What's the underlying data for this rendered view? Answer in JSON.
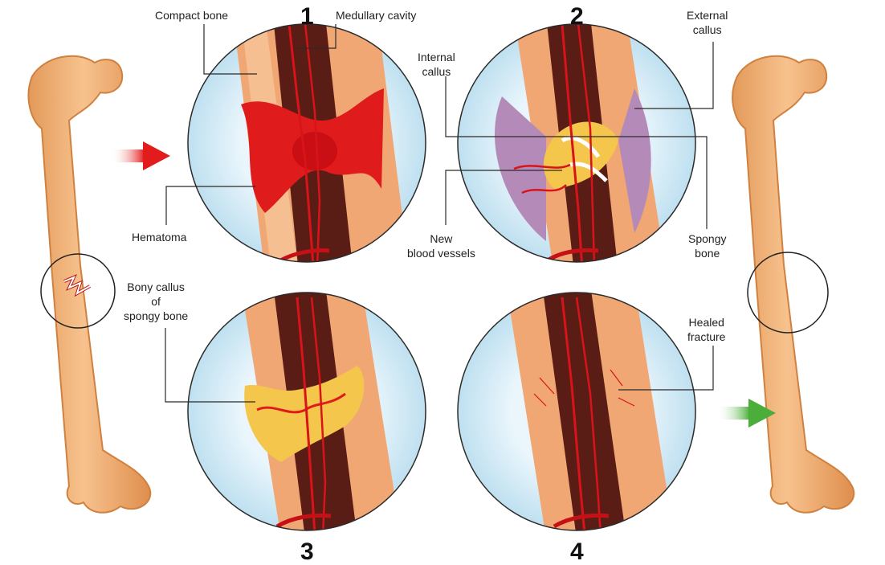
{
  "steps": {
    "s1": "1",
    "s2": "2",
    "s3": "3",
    "s4": "4"
  },
  "labels": {
    "compact_bone": "Compact bone",
    "medullary_cavity": "Medullary cavity",
    "internal_callus": [
      "Internal",
      "callus"
    ],
    "external_callus": [
      "External",
      "callus"
    ],
    "hematoma": "Hematoma",
    "new_blood_vessels": [
      "New",
      "blood vessels"
    ],
    "spongy_bone": [
      "Spongy",
      "bone"
    ],
    "bony_callus": [
      "Bony callus",
      "of",
      "spongy bone"
    ],
    "healed_fracture": [
      "Healed",
      "fracture"
    ]
  },
  "colors": {
    "bone": "#f2b27a",
    "bone_shade": "#d98a4a",
    "marrow": "#5a1d16",
    "blood": "#d8141a",
    "hematoma": "#e01b1b",
    "callus_external": "#b48ab8",
    "callus_yellow": "#f4c64b",
    "circle_bg": "#d7ecf6",
    "arrow_in": "#e21c1c",
    "arrow_out": "#4cae3a"
  }
}
